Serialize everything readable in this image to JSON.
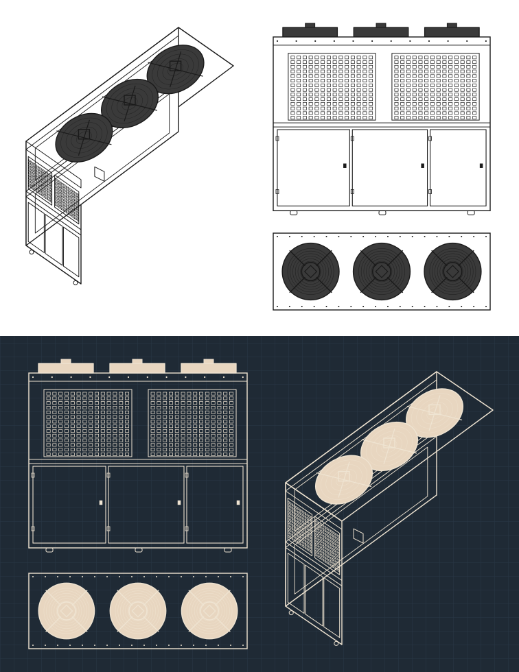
{
  "colors": {
    "top_background": "#ffffff",
    "top_ink": "#1a1a1a",
    "fan_fill_dark": "#3a3a3a",
    "bottom_background": "#1f2a35",
    "blueprint_grid": "#2a3846",
    "bottom_ink": "#efe4d2",
    "fan_fill_beige": "#e8d6c0"
  },
  "sheets": [
    {
      "name": "white-sheet",
      "views": [
        "isometric-view",
        "front-view",
        "top-view"
      ]
    },
    {
      "name": "blueprint-sheet",
      "views": [
        "front-view",
        "top-view",
        "isometric-view"
      ]
    }
  ],
  "unit": {
    "fan_count": 3,
    "front_door_panels": 3,
    "grille_panels": 2
  }
}
